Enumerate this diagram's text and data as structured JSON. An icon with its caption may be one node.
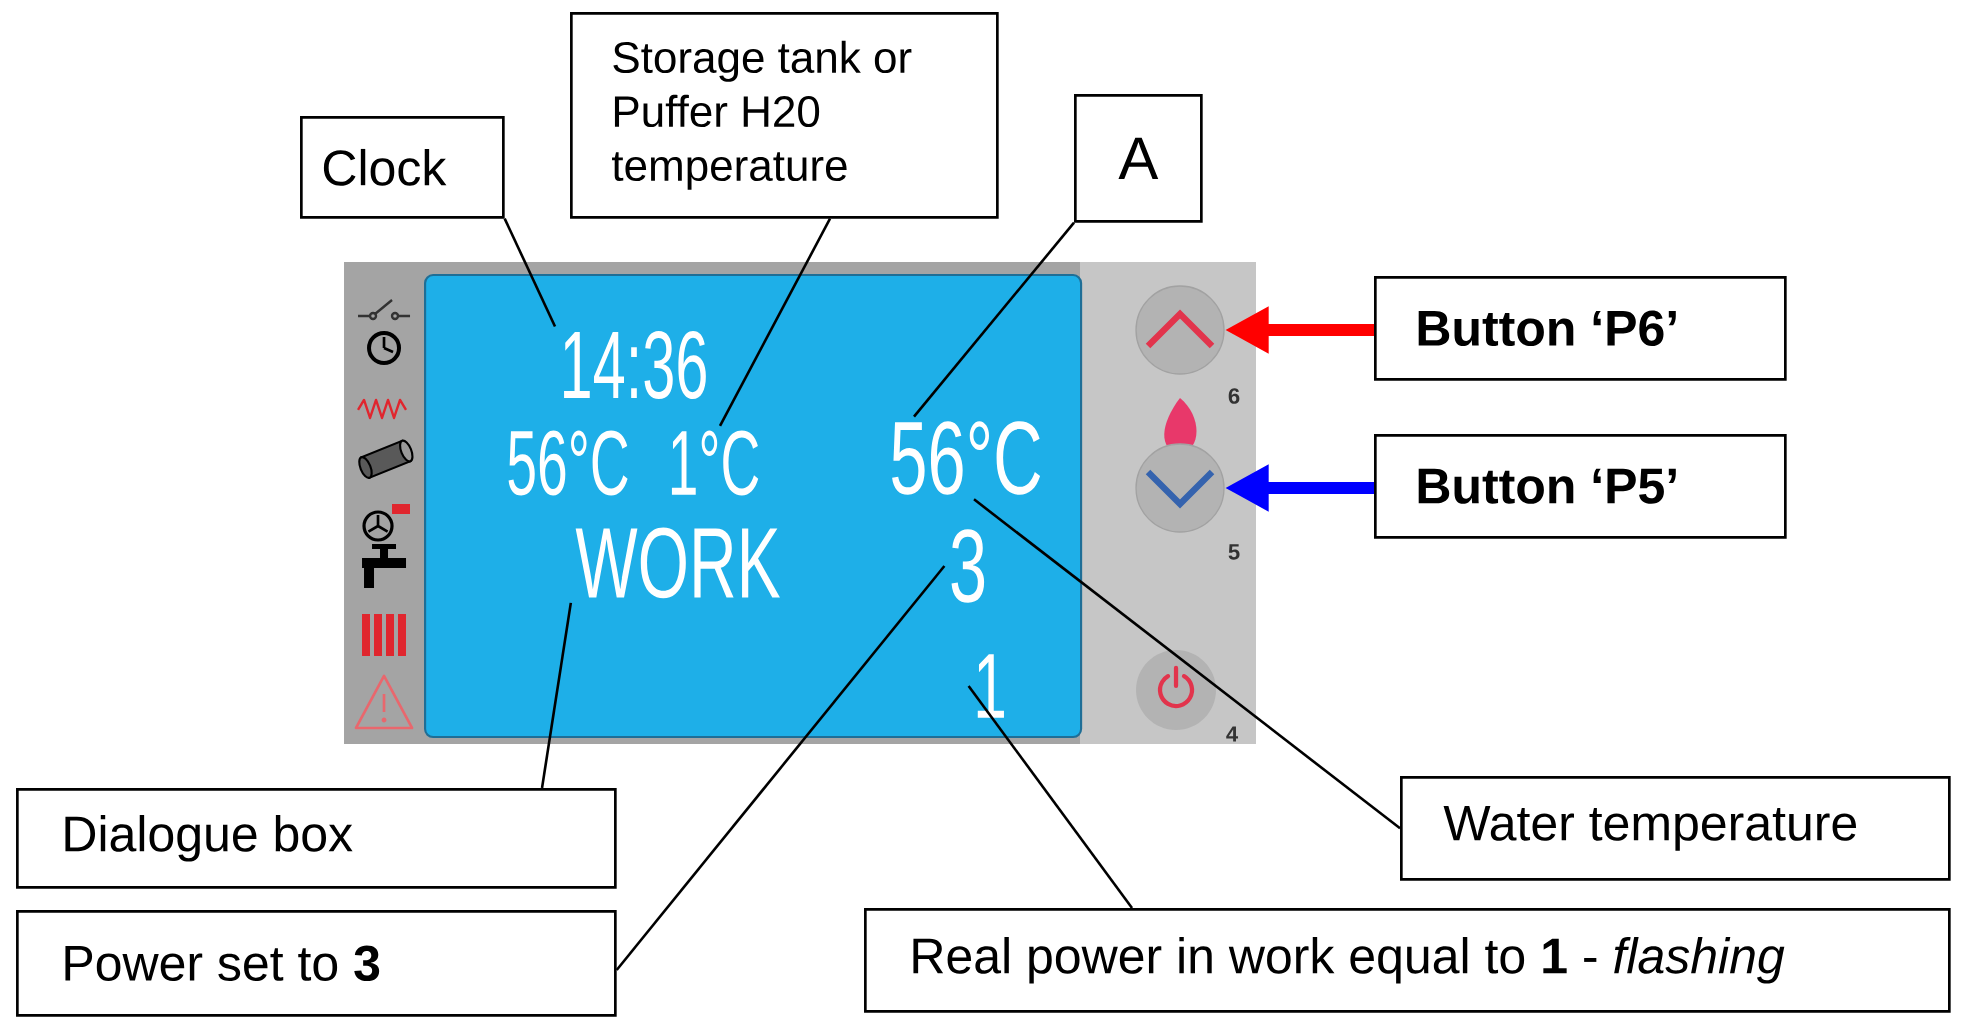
{
  "diagram": {
    "nodes": [
      {
        "text": [
          "Clock"
        ]
      },
      {
        "text": [
          "Storage tank or Puffer H20 temperature"
        ]
      },
      {
        "text": [
          "A"
        ]
      },
      {
        "text": [
          "Button ‘P6’"
        ]
      },
      {
        "text": [
          "Button ‘P5’"
        ]
      },
      {
        "text": [
          "56°C"
        ]
      },
      {
        "text": [
          "14:36"
        ],
        "in": 5
      },
      {
        "text": [
          "1°C"
        ],
        "in": 5
      },
      {
        "text": [
          "56°C"
        ],
        "in": 5
      },
      {
        "text": [
          "WORK"
        ],
        "in": 5
      },
      {
        "text": [
          "3"
        ],
        "in": 5
      },
      {
        "text": [
          "1"
        ],
        "in": 5
      },
      {
        "text": [],
        "shape": "circle"
      },
      {
        "text": [],
        "shape": "circle"
      },
      {
        "text": [
          "Dialogue box"
        ]
      },
      {
        "text": [
          "Water temperature"
        ]
      },
      {
        "text": [
          "Power set to **3**"
        ]
      },
      {
        "text": [
          "Real power in work equal to **1** - *flashing*"
        ]
      }
    ],
    "edges": [
      {
        "from": 0,
        "to": 6,
        "arrow": "none"
      },
      {
        "from": 1,
        "to": 7,
        "arrow": "none"
      },
      {
        "from": 2,
        "to": 8,
        "arrow": "none"
      },
      {
        "from": 3,
        "to": 12,
        "arrow": "to",
        "style": "thick",
        "color": "#ff0000"
      },
      {
        "from": 4,
        "to": 13,
        "arrow": "to",
        "style": "thick",
        "color": "#0000ff"
      },
      {
        "from": 14,
        "to": 9,
        "arrow": "none"
      },
      {
        "from": 15,
        "to": 8,
        "arrow": "none"
      },
      {
        "from": 16,
        "to": 10,
        "arrow": "none"
      },
      {
        "from": 17,
        "to": 11,
        "arrow": "none"
      }
    ],
    "labels": [
      "6",
      "5",
      "4"
    ]
  }
}
